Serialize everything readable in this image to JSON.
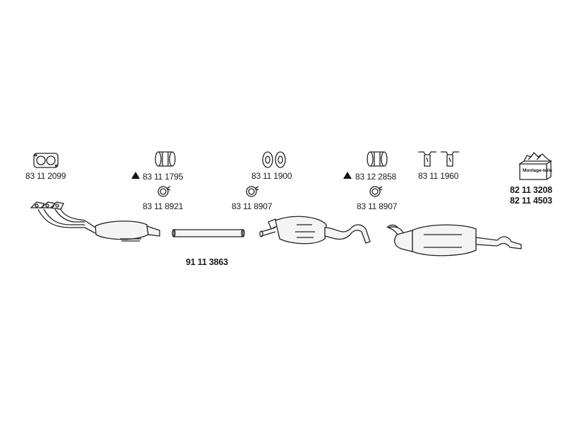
{
  "parts": {
    "flange_gasket": "83 11 2099",
    "clamp_a": "83 11 1795",
    "clamp_a_ring": "83 11 8921",
    "rubber_mounts": "83 11 1900",
    "ring_b": "83 11 8907",
    "clamp_c": "83 12 2858",
    "ring_c": "83 11 8907",
    "hangers": "83 11 1960",
    "kit_1": "82 11 3208",
    "kit_2": "82 11 4503",
    "pipe": "91 11 3863",
    "kit_box_text": "Montage-teile"
  }
}
